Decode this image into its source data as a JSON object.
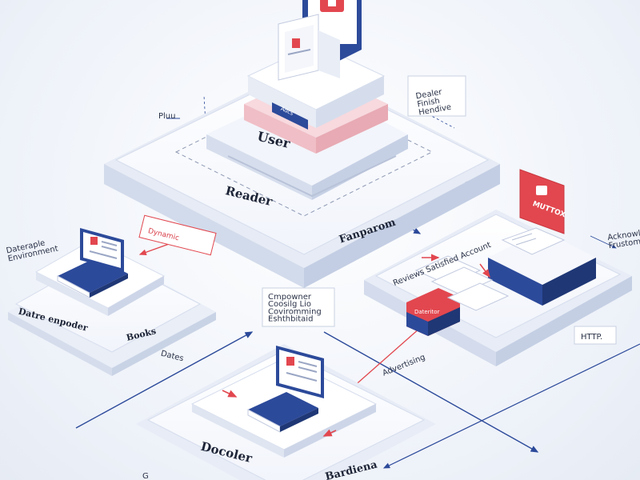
{
  "colors": {
    "navy": "#2c4a9a",
    "red": "#e2474f",
    "pink": "#f2c9cf",
    "platform": "#f8faff",
    "edge": "#d6dded"
  },
  "labels": {
    "user": "User",
    "reader": "Reader",
    "fanparom": "Fanparom",
    "pluu": "Pluu",
    "dealer_finish": "Dealer\nFinish\nHendive",
    "dateraple_block": "Dateraple\nEnvironment",
    "datre_enpoder": "Datre enpoder",
    "books": "Books",
    "dates": "Dates",
    "dynamic_tag": "Dynamic",
    "red_card": "MUTTOX",
    "acknowledgements": "Acknowled\nFrustoms",
    "reviews_bar": "Reviews Satisfied Account",
    "dataeritor": "Dateritor",
    "compare_note": "Cmpowner\nCoosilg Lio\nCoviromming\nEshthbitaid",
    "advertising": "Advertising",
    "http": "HTTP.",
    "docoler": "Docoler",
    "bardiena": "Bardiena",
    "corner_g": "G",
    "user_badge": "Adcs"
  },
  "icons": [
    "user-card-icon",
    "book-icon",
    "screen-icon",
    "message-icon",
    "document-icon",
    "arrow-icon"
  ]
}
